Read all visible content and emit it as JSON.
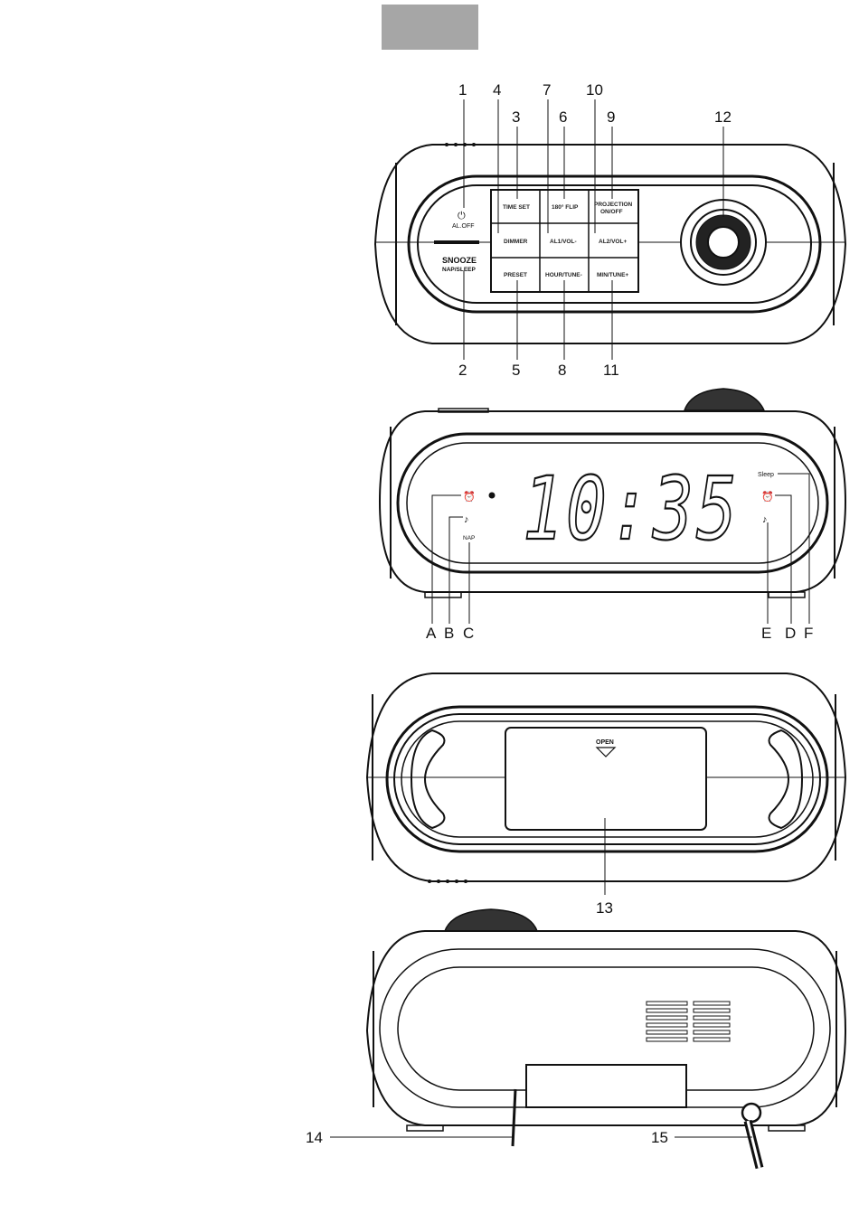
{
  "page_tab": {
    "color": "#a6a6a6"
  },
  "top_view": {
    "callouts": [
      "1",
      "2",
      "3",
      "4",
      "5",
      "6",
      "7",
      "8",
      "9",
      "10",
      "11",
      "12"
    ],
    "power_label": "AL.OFF",
    "snooze_label": "SNOOZE",
    "snooze_sub_label": "NAP/SLEEP",
    "buttons": [
      "TIME SET",
      "180° FLIP",
      "PROJECTION\nON/OFF",
      "DIMMER",
      "AL1/VOL-",
      "AL2/VOL+",
      "PRESET",
      "HOUR/TUNE-",
      "MIN/TUNE+"
    ]
  },
  "front_view": {
    "time": "10:35",
    "nap_label": "NAP",
    "sleep_label": "Sleep",
    "letters": [
      "A",
      "B",
      "C",
      "D",
      "E",
      "F"
    ]
  },
  "bottom_view": {
    "open_label": "OPEN",
    "callout": "13"
  },
  "back_view": {
    "callouts": [
      "14",
      "15"
    ]
  }
}
